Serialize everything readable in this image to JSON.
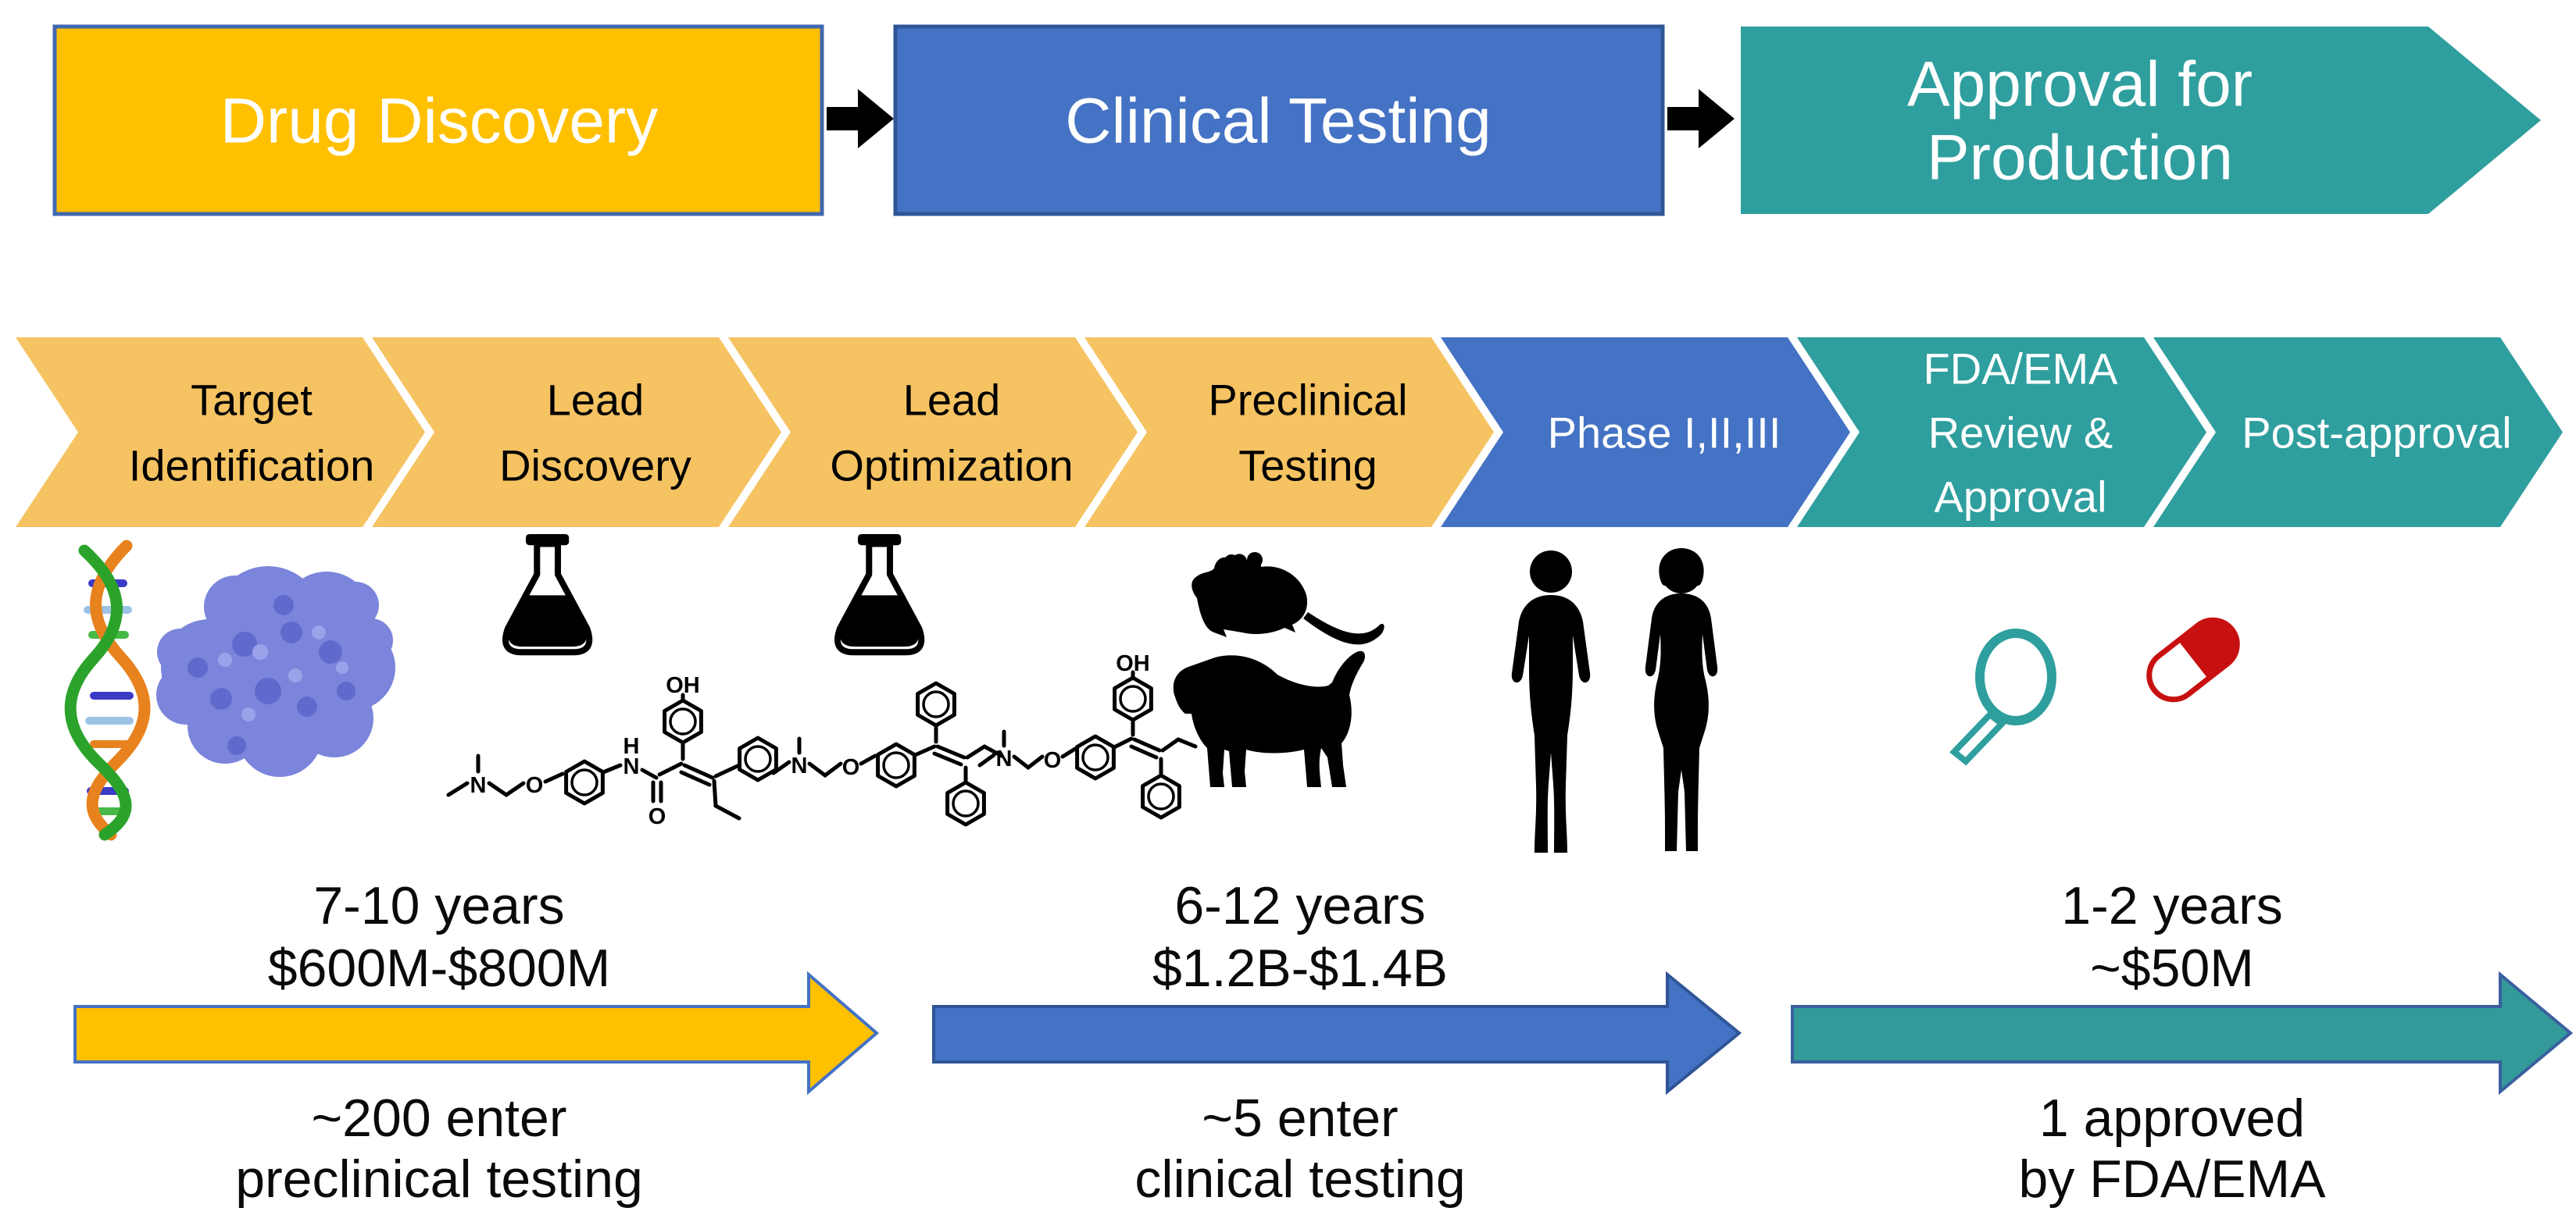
{
  "canvas": {
    "width": "3297",
    "height": "1556",
    "background": "#FFFFFF"
  },
  "top_flow": {
    "connector_color": "#000000",
    "boxes": [
      {
        "label": "Drug Discovery",
        "fill": "#FFC000",
        "border": "#4068B0",
        "text_color": "#FFFFFF"
      },
      {
        "label": "Clinical Testing",
        "fill": "#4472C4",
        "border": "#2F5597",
        "text_color": "#FFFFFF"
      },
      {
        "line1": "Approval for",
        "line2": "Production",
        "fill": "#2F9E9E",
        "border": "#2F9E9E",
        "text_color": "#FFFFFF"
      }
    ]
  },
  "chevrons": [
    {
      "line1": "Target",
      "line2": "Identification",
      "fill": "#F5C362",
      "text_color": "#000000"
    },
    {
      "line1": "Lead",
      "line2": "Discovery",
      "fill": "#F5C362",
      "text_color": "#000000"
    },
    {
      "line1": "Lead",
      "line2": "Optimization",
      "fill": "#F5C362",
      "text_color": "#000000"
    },
    {
      "line1": "Preclinical",
      "line2": "Testing",
      "fill": "#F5C362",
      "text_color": "#000000"
    },
    {
      "line1": "Phase I,II,III",
      "fill": "#4472C4",
      "text_color": "#FFFFFF"
    },
    {
      "line1": "FDA/EMA",
      "line2": "Review &",
      "line3": "Approval",
      "fill": "#2F9E9E",
      "text_color": "#FFFFFF"
    },
    {
      "line1": "Post-approval",
      "fill": "#2F9E9E",
      "text_color": "#FFFFFF"
    }
  ],
  "molecule_labels": {
    "oh": "OH",
    "n": "N",
    "h": "H",
    "o": "O"
  },
  "icons": {
    "dna": {
      "strand_a": "#E8821E",
      "strand_b": "#2BA32B",
      "rung_blue": "#3B3BC8",
      "rung_light": "#9DC3E6",
      "rung_green": "#46B946",
      "rung_orange": "#E8821E"
    },
    "protein": {
      "fill": "#7B85DB",
      "shade": "#5F6BCC",
      "highlight": "#9AA3EA"
    },
    "flask_color": "#000000",
    "silhouette_color": "#000000",
    "magnifier_color": "#2F9E9E",
    "capsule_color": "#C81010"
  },
  "stages": [
    {
      "duration": "7-10 years",
      "cost": "$600M-$800M",
      "outcome1": "~200 enter",
      "outcome2": "preclinical testing",
      "arrow_fill": "#FFC000",
      "arrow_stroke": "#4472C4"
    },
    {
      "duration": "6-12 years",
      "cost": "$1.2B-$1.4B",
      "outcome1": "~5 enter",
      "outcome2": "clinical testing",
      "arrow_fill": "#4472C4",
      "arrow_stroke": "#2F5597"
    },
    {
      "duration": "1-2 years",
      "cost": "~$50M",
      "outcome1": "1 approved",
      "outcome2": "by FDA/EMA",
      "arrow_fill": "#339999",
      "arrow_stroke": "#3A5F9E"
    }
  ]
}
